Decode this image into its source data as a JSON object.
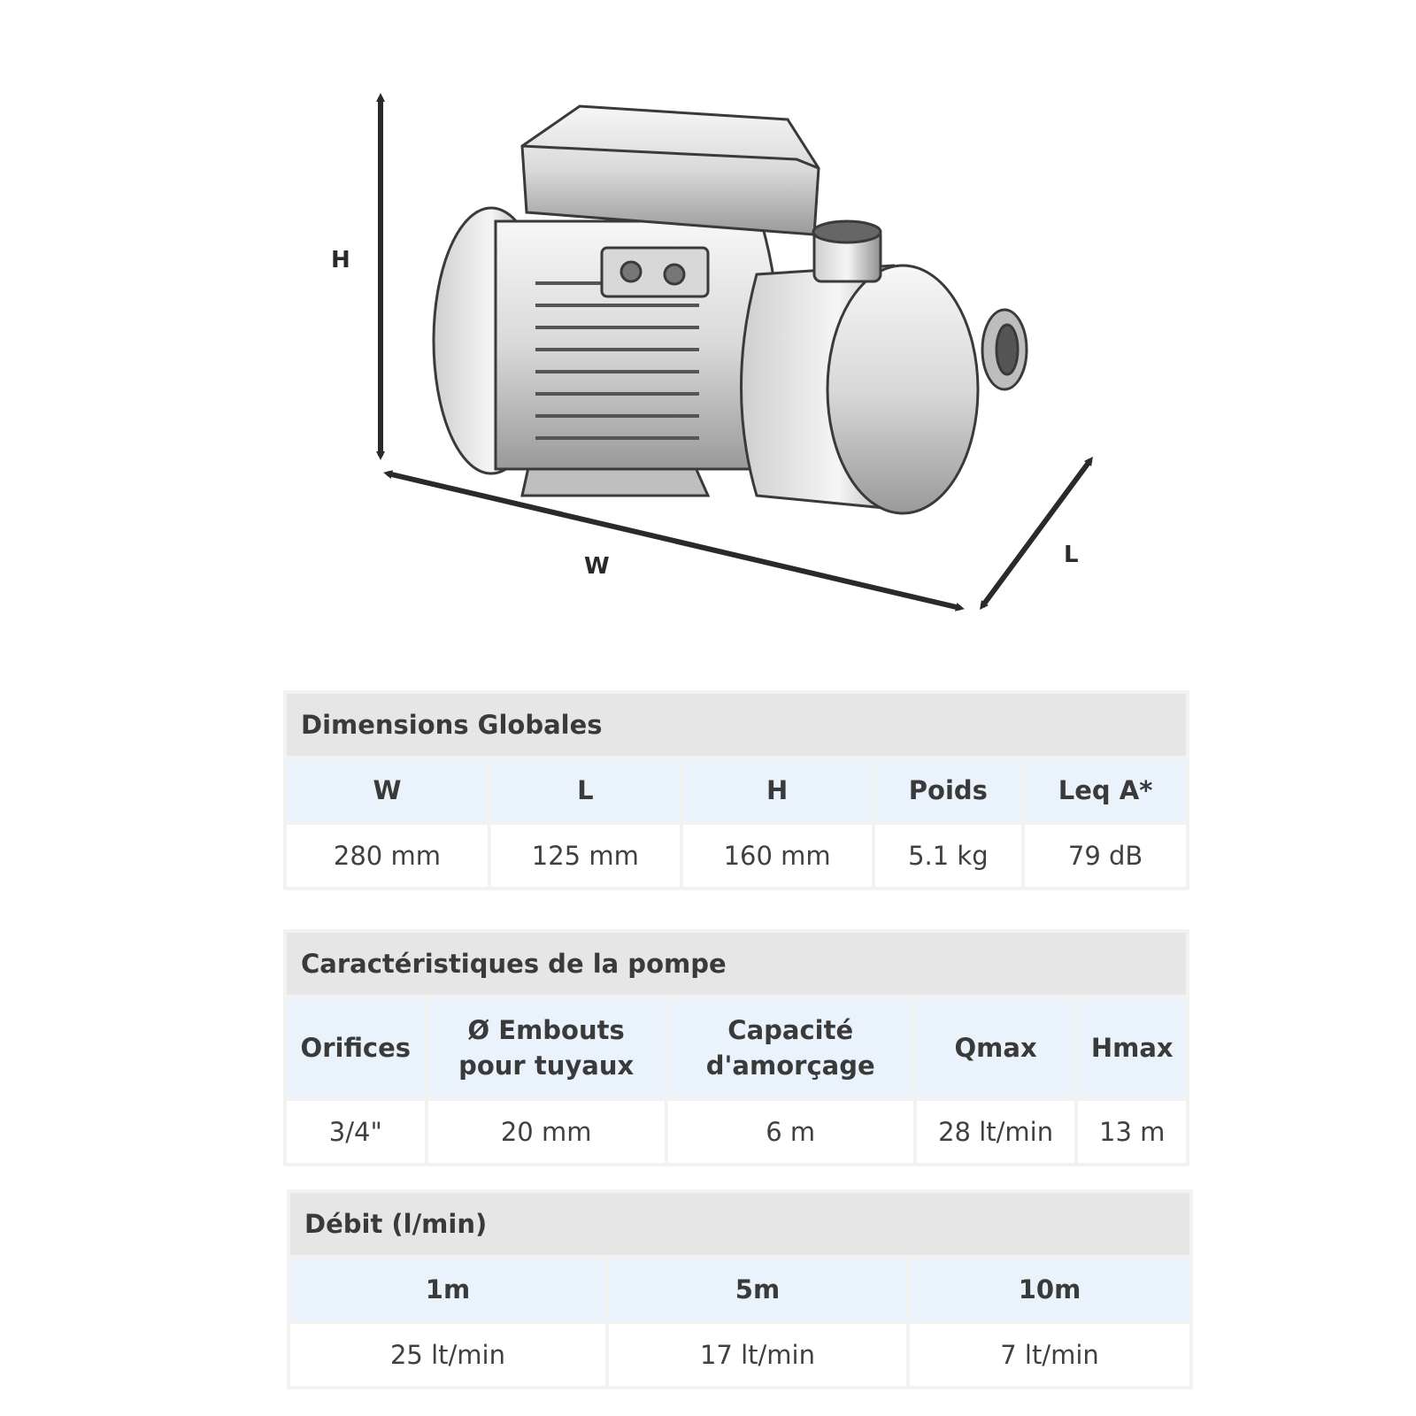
{
  "diagram": {
    "dim_h": "H",
    "dim_w": "W",
    "dim_l": "L"
  },
  "dimensions_table": {
    "title": "Dimensions Globales",
    "headers": [
      "W",
      "L",
      "H",
      "Poids",
      "Leq A*"
    ],
    "values": [
      "280 mm",
      "125 mm",
      "160 mm",
      "5.1 kg",
      "79 dB"
    ]
  },
  "pump_table": {
    "title": "Caractéristiques de la pompe",
    "headers": [
      "Orifices",
      "Ø Embouts\npour tuyaux",
      "Capacité\nd'amorçage",
      "Qmax",
      "Hmax"
    ],
    "values": [
      "3/4\"",
      "20 mm",
      "6 m",
      "28 lt/min",
      "13 m"
    ]
  },
  "flow_table": {
    "title": "Débit (l/min)",
    "headers": [
      "1m",
      "5m",
      "10m"
    ],
    "values": [
      "25 lt/min",
      "17 lt/min",
      "7 lt/min"
    ]
  }
}
